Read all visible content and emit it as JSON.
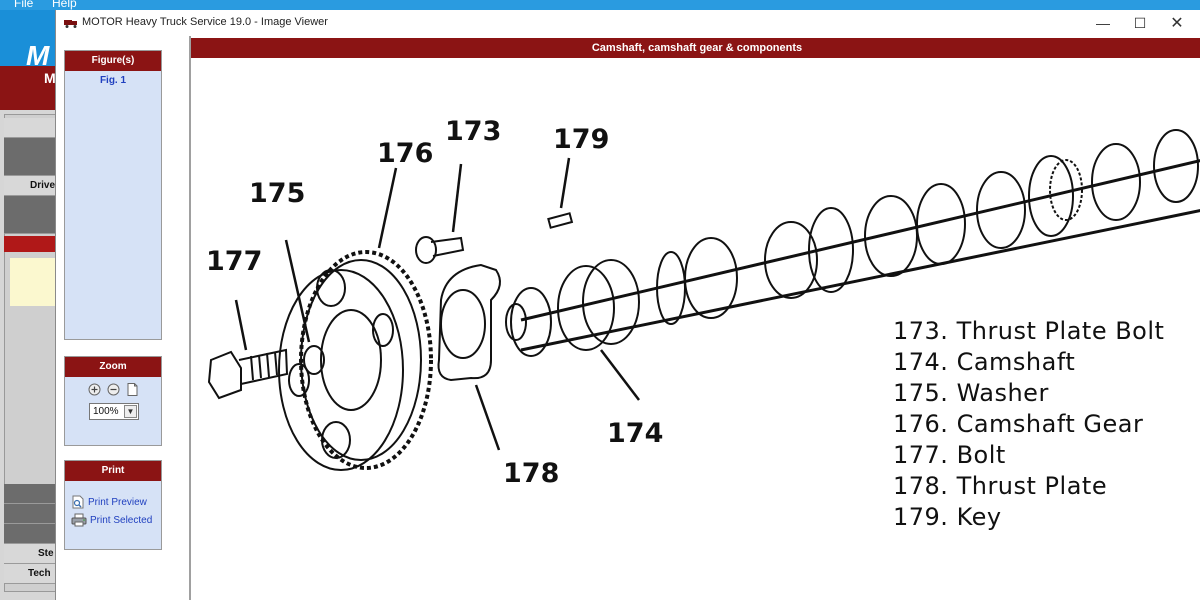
{
  "background_app": {
    "menu": [
      "File",
      "Help"
    ],
    "logo_text": "M",
    "red_band_text": "M",
    "rows": [
      "Drive",
      "Ste",
      "Tech"
    ]
  },
  "window": {
    "title": "MOTOR Heavy Truck Service 19.0 - Image Viewer",
    "minimize_glyph": "—",
    "maximize_glyph": "☐",
    "close_glyph": "✕"
  },
  "figures_panel": {
    "header": "Figure(s)",
    "items": [
      "Fig. 1"
    ]
  },
  "zoom_panel": {
    "header": "Zoom",
    "zoom_in_icon": "zoom-in-icon",
    "zoom_out_icon": "zoom-out-icon",
    "fit_page_icon": "page-icon",
    "zoom_value": "100%",
    "dropdown_arrow": "▼"
  },
  "print_panel": {
    "header": "Print",
    "preview_label": "Print Preview",
    "selected_label": "Print Selected"
  },
  "figure": {
    "title": "Camshaft, camshaft gear & components",
    "callouts": [
      "177",
      "175",
      "176",
      "173",
      "179",
      "178",
      "174"
    ],
    "legend": [
      "173. Thrust Plate Bolt",
      "174. Camshaft",
      "175. Washer",
      "176. Camshaft Gear",
      "177. Bolt",
      "178. Thrust Plate",
      "179. Key"
    ]
  },
  "colors": {
    "header_red": "#8b1414",
    "panel_blue": "#d6e2f6",
    "link_blue": "#1f3fbf",
    "desktop_blue": "#1e8ed6"
  }
}
